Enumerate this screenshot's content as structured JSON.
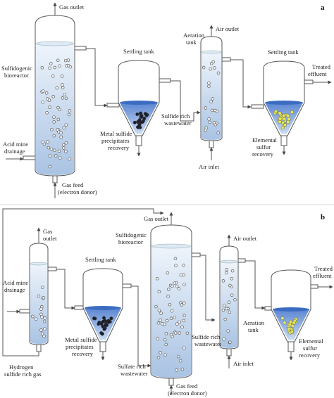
{
  "panels": {
    "a": "a",
    "b": "b"
  },
  "colors": {
    "liquid_top": "#ffffff",
    "liquid_bottom": "#a9c3e3",
    "cone_liquid": "#4a78c8",
    "precipitate": "#1b1b2a",
    "sulfur": "#e8e85a",
    "outline": "#555555"
  },
  "labels_a": {
    "gas_outlet": "Gas outlet",
    "bioreactor_1": "Sulfidogenic",
    "bioreactor_2": "bioreactor",
    "acid_1": "Acid mine",
    "acid_2": "drainage",
    "gas_feed_1": "Gas feed",
    "gas_feed_2": "(electron donor)",
    "settling_1": "Settling tank",
    "metal_1": "Metal sulfide",
    "metal_2": "precipitates",
    "metal_3": "recovery",
    "sulfide_1": "Sulfide rich",
    "sulfide_2": "wastewater",
    "aeration_1": "Aeration",
    "aeration_2": "tank",
    "air_outlet": "Air outlet",
    "air_inlet": "Air inlet",
    "settling_2": "Settling tank",
    "treated_1": "Treated",
    "treated_2": "effluent",
    "elemental_1": "Elemental",
    "elemental_2": "sulfur",
    "elemental_3": "recovery"
  },
  "labels_b": {
    "gas_outlet_small": "Gas",
    "gas_outlet_small_2": "outlet",
    "acid_1": "Acid mine",
    "acid_2": "drainage",
    "hydrogen_1": "Hydrogen",
    "hydrogen_2": "sulfide rich gas",
    "settling_1": "Settling tank",
    "metal_1": "Metal sulfide",
    "metal_2": "precipitates",
    "metal_3": "recovery",
    "gas_outlet": "Gas outlet",
    "bioreactor_1": "Sulfidogenic",
    "bioreactor_2": "bioreactor",
    "sulfate_1": "Sulfate rich",
    "sulfate_2": "wastewater",
    "gas_feed_1": "Gas feed",
    "gas_feed_2": "(electron donor)",
    "air_outlet": "Air outlet",
    "sulfide_1": "Sulfide rich",
    "sulfide_2": "wastewater",
    "aeration_1": "Aeration",
    "aeration_2": "tank",
    "air_inlet": "Air inlet",
    "treated_1": "Treated",
    "treated_2": "effluent",
    "elemental_1": "Elemental",
    "elemental_2": "sulfur",
    "elemental_3": "recovery"
  }
}
